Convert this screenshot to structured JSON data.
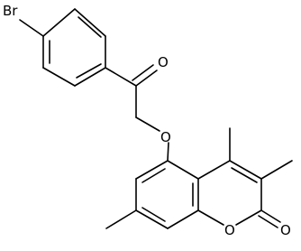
{
  "molecule": {
    "atoms": {
      "bromine": "Br",
      "ketone_oxygen": "O",
      "ether_oxygen": "O",
      "ring_oxygen": "O",
      "lactone_carbonyl_oxygen": "O"
    }
  },
  "colors": {
    "bond": "#000000",
    "label": "#000000",
    "background": "#ffffff"
  }
}
